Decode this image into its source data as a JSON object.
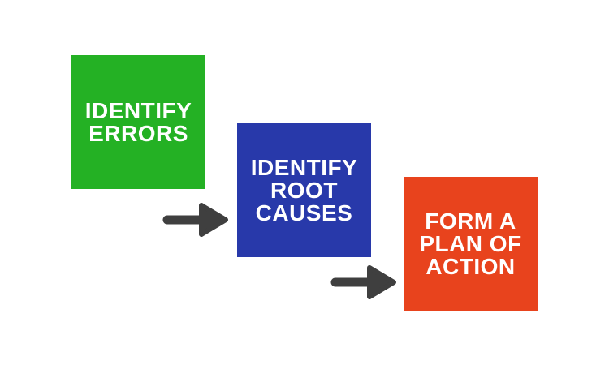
{
  "diagram": {
    "background_color": "#ffffff",
    "text_color": "#ffffff",
    "arrow": {
      "icon": "right-arrow",
      "color": "#3f3f3f"
    },
    "steps": [
      {
        "id": "identify-errors",
        "label": "IDENTIFY\nERRORS",
        "color": "#24b124"
      },
      {
        "id": "identify-root-causes",
        "label": "IDENTIFY\nROOT\nCAUSES",
        "color": "#2839aa"
      },
      {
        "id": "form-a-plan-of-action",
        "label": "FORM A\nPLAN OF\nACTION",
        "color": "#e8431d"
      }
    ]
  }
}
